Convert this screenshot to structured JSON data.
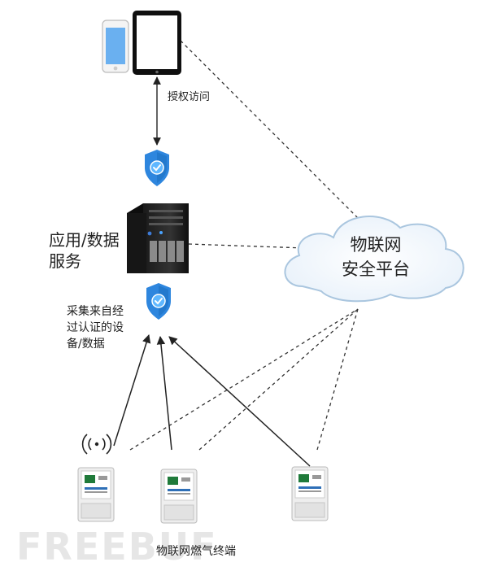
{
  "labels": {
    "authorized_access": "授权访问",
    "app_data_service": [
      "应用/数据",
      "服务"
    ],
    "collect_devices": [
      "采集来自经",
      "过认证的设",
      "备/数据"
    ],
    "iot_platform": [
      "物联网",
      "安全平台"
    ],
    "gas_terminals": "物联网燃气终端",
    "watermark": "FREEBUF"
  },
  "colors": {
    "shield": "#2e86de",
    "shield_dark": "#1b6fc0",
    "cloud_stroke": "#aac6df",
    "cloud_fill": "#f2f7fc",
    "line": "#222222",
    "phone_screen": "#6ab0f0"
  }
}
